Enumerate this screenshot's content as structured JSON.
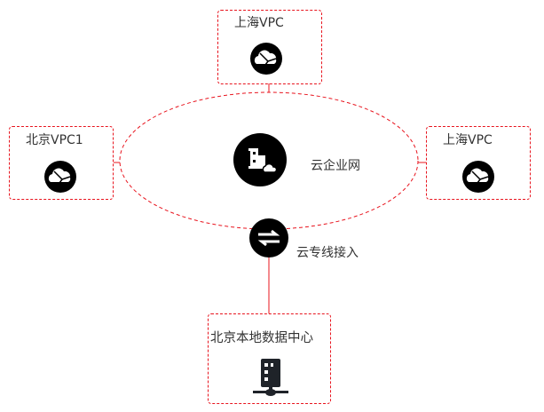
{
  "nodes": {
    "shanghai_top": {
      "label": "上海VPC",
      "icon": "cloud-vpc-icon"
    },
    "beijing_vpc1": {
      "label": "北京VPC1",
      "icon": "cloud-vpc-icon"
    },
    "shanghai_right": {
      "label": "上海VPC",
      "icon": "cloud-vpc-icon"
    },
    "ccn": {
      "label": "云企业网",
      "icon": "building-cloud-icon"
    },
    "dc_connect": {
      "label": "云专线接入",
      "icon": "exchange-arrows-icon"
    },
    "beijing_idc": {
      "label": "北京本地数据中心",
      "icon": "server-network-icon"
    }
  },
  "colors": {
    "border": "#e8141e",
    "icon": "#000000"
  }
}
